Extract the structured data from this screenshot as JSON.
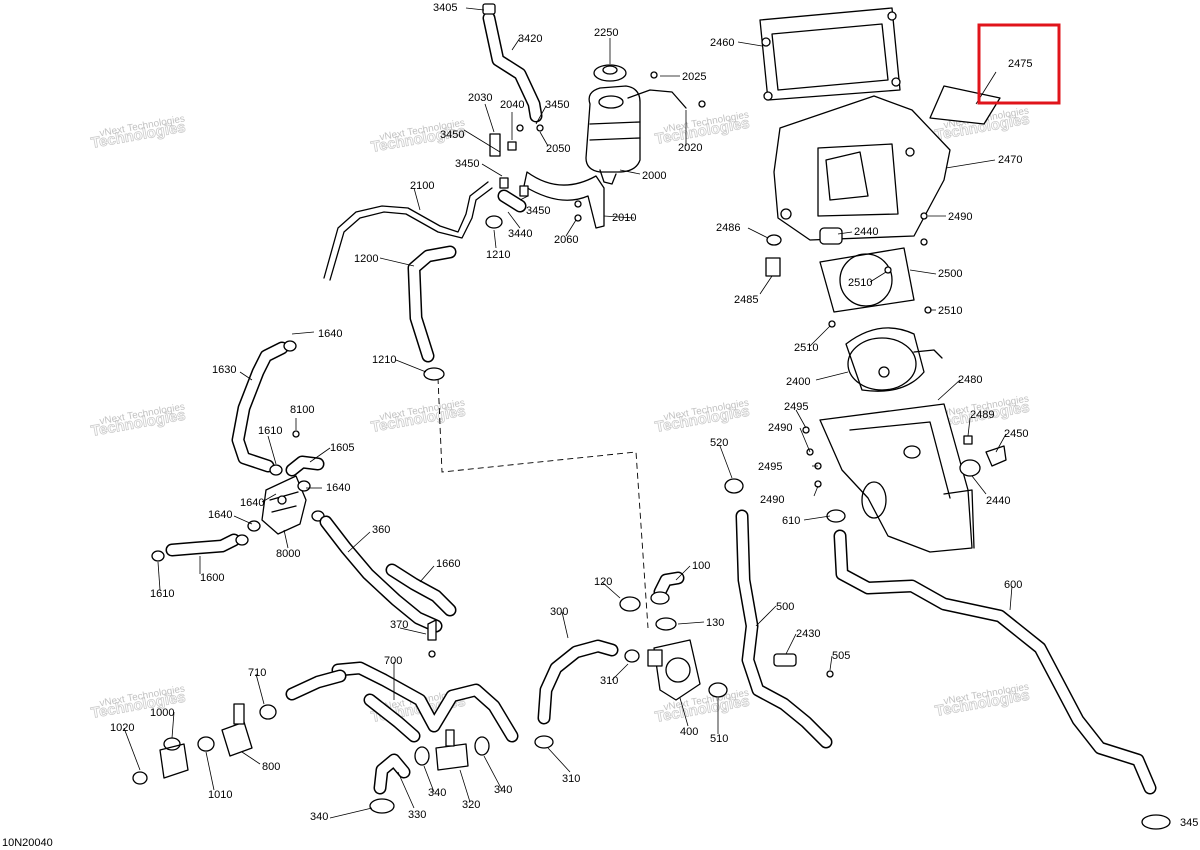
{
  "diagram": {
    "document_code": "10N20040",
    "highlighted_part": "2475",
    "watermark": {
      "line1": "vNext Technologies",
      "line2": "Technologies",
      "line3": "vNext"
    },
    "callouts": {
      "c100": "100",
      "c120": "120",
      "c130": "130",
      "c300": "300",
      "c310a": "310",
      "c310b": "310",
      "c320": "320",
      "c330": "330",
      "c340a": "340",
      "c340b": "340",
      "c340c": "340",
      "c345": "345",
      "c360": "360",
      "c370": "370",
      "c400": "400",
      "c500": "500",
      "c505": "505",
      "c510": "510",
      "c520": "520",
      "c600": "600",
      "c610": "610",
      "c700": "700",
      "c710": "710",
      "c800": "800",
      "c1000": "1000",
      "c1010": "1010",
      "c1020": "1020",
      "c1200": "1200",
      "c1210a": "1210",
      "c1210b": "1210",
      "c1600": "1600",
      "c1605": "1605",
      "c1610a": "1610",
      "c1610b": "1610",
      "c1630": "1630",
      "c1640a": "1640",
      "c1640b": "1640",
      "c1640c": "1640",
      "c1640d": "1640",
      "c1660": "1660",
      "c2000": "2000",
      "c2010": "2010",
      "c2020": "2020",
      "c2025": "2025",
      "c2030": "2030",
      "c2040": "2040",
      "c2050": "2050",
      "c2060": "2060",
      "c2100": "2100",
      "c2250": "2250",
      "c2400": "2400",
      "c2430": "2430",
      "c2440a": "2440",
      "c2440b": "2440",
      "c2450": "2450",
      "c2460": "2460",
      "c2470": "2470",
      "c2475": "2475",
      "c2480": "2480",
      "c2485": "2485",
      "c2486": "2486",
      "c2489": "2489",
      "c2490a": "2490",
      "c2490b": "2490",
      "c2490c": "2490",
      "c2495a": "2495",
      "c2495b": "2495",
      "c2500": "2500",
      "c2510a": "2510",
      "c2510b": "2510",
      "c2510c": "2510",
      "c3405": "3405",
      "c3420": "3420",
      "c3440": "3440",
      "c3450a": "3450",
      "c3450b": "3450",
      "c3450c": "3450",
      "c3450d": "3450",
      "c8000": "8000",
      "c8100": "8100"
    }
  }
}
